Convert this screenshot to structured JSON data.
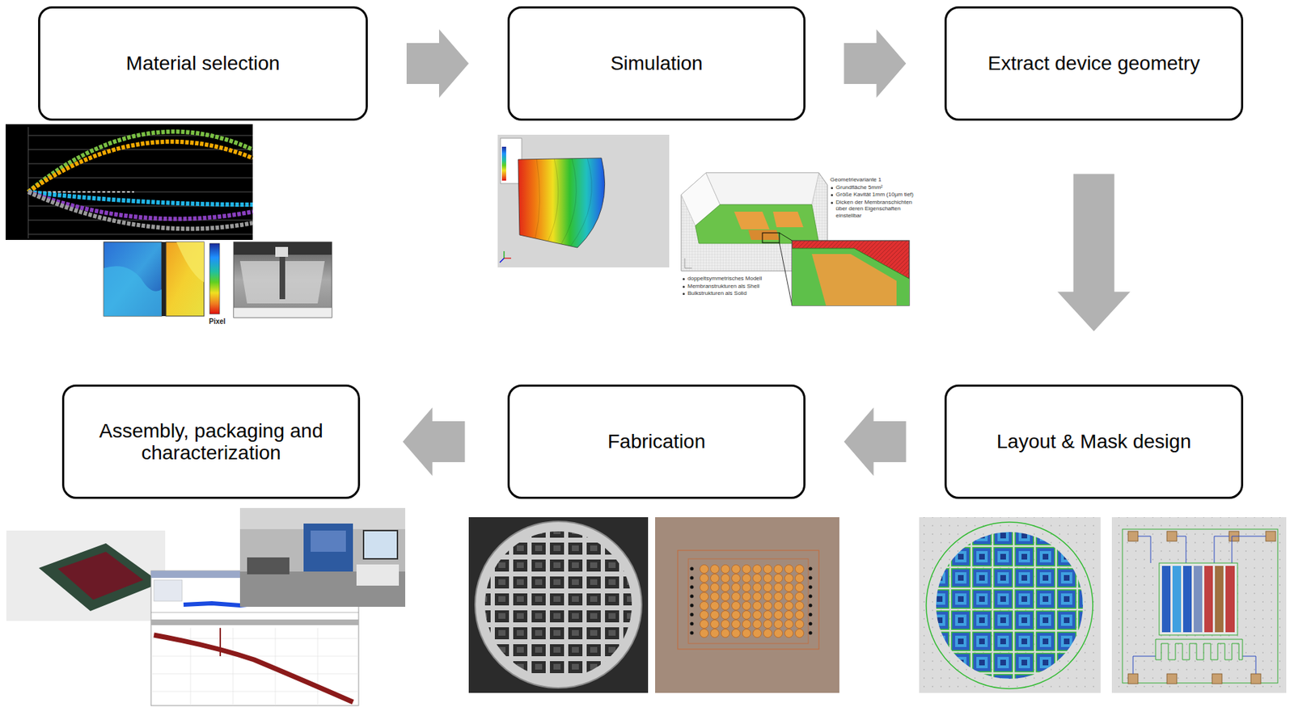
{
  "diagram": {
    "nodes": [
      {
        "text": [
          "Material selection"
        ]
      },
      {
        "text": [
          "Simulation"
        ]
      },
      {
        "text": [
          "Extract device geometry"
        ]
      },
      {
        "text": [
          "Layout & Mask design"
        ]
      },
      {
        "text": [
          "Fabrication"
        ]
      },
      {
        "text": [
          "Assembly, packaging and characterization"
        ]
      }
    ],
    "edges": [
      {
        "from": 0,
        "to": 1,
        "arrow": "to"
      },
      {
        "from": 1,
        "to": 2,
        "arrow": "to"
      },
      {
        "from": 2,
        "to": 3,
        "arrow": "to"
      },
      {
        "from": 3,
        "to": 4,
        "arrow": "to"
      },
      {
        "from": 4,
        "to": 5,
        "arrow": "to"
      }
    ],
    "labels": [
      "Pixel",
      "Geometrievariante 1",
      "Grundfläche 5mm²",
      "Größe Kavität 1mm (10µm tief)",
      "Dicken der Membranschichten über deren Eigenschaften einstellbar",
      "doppeltsymmetrisches Modell",
      "Membranstrukturen als Shell",
      "Bulkstrukturen als Solid"
    ]
  }
}
